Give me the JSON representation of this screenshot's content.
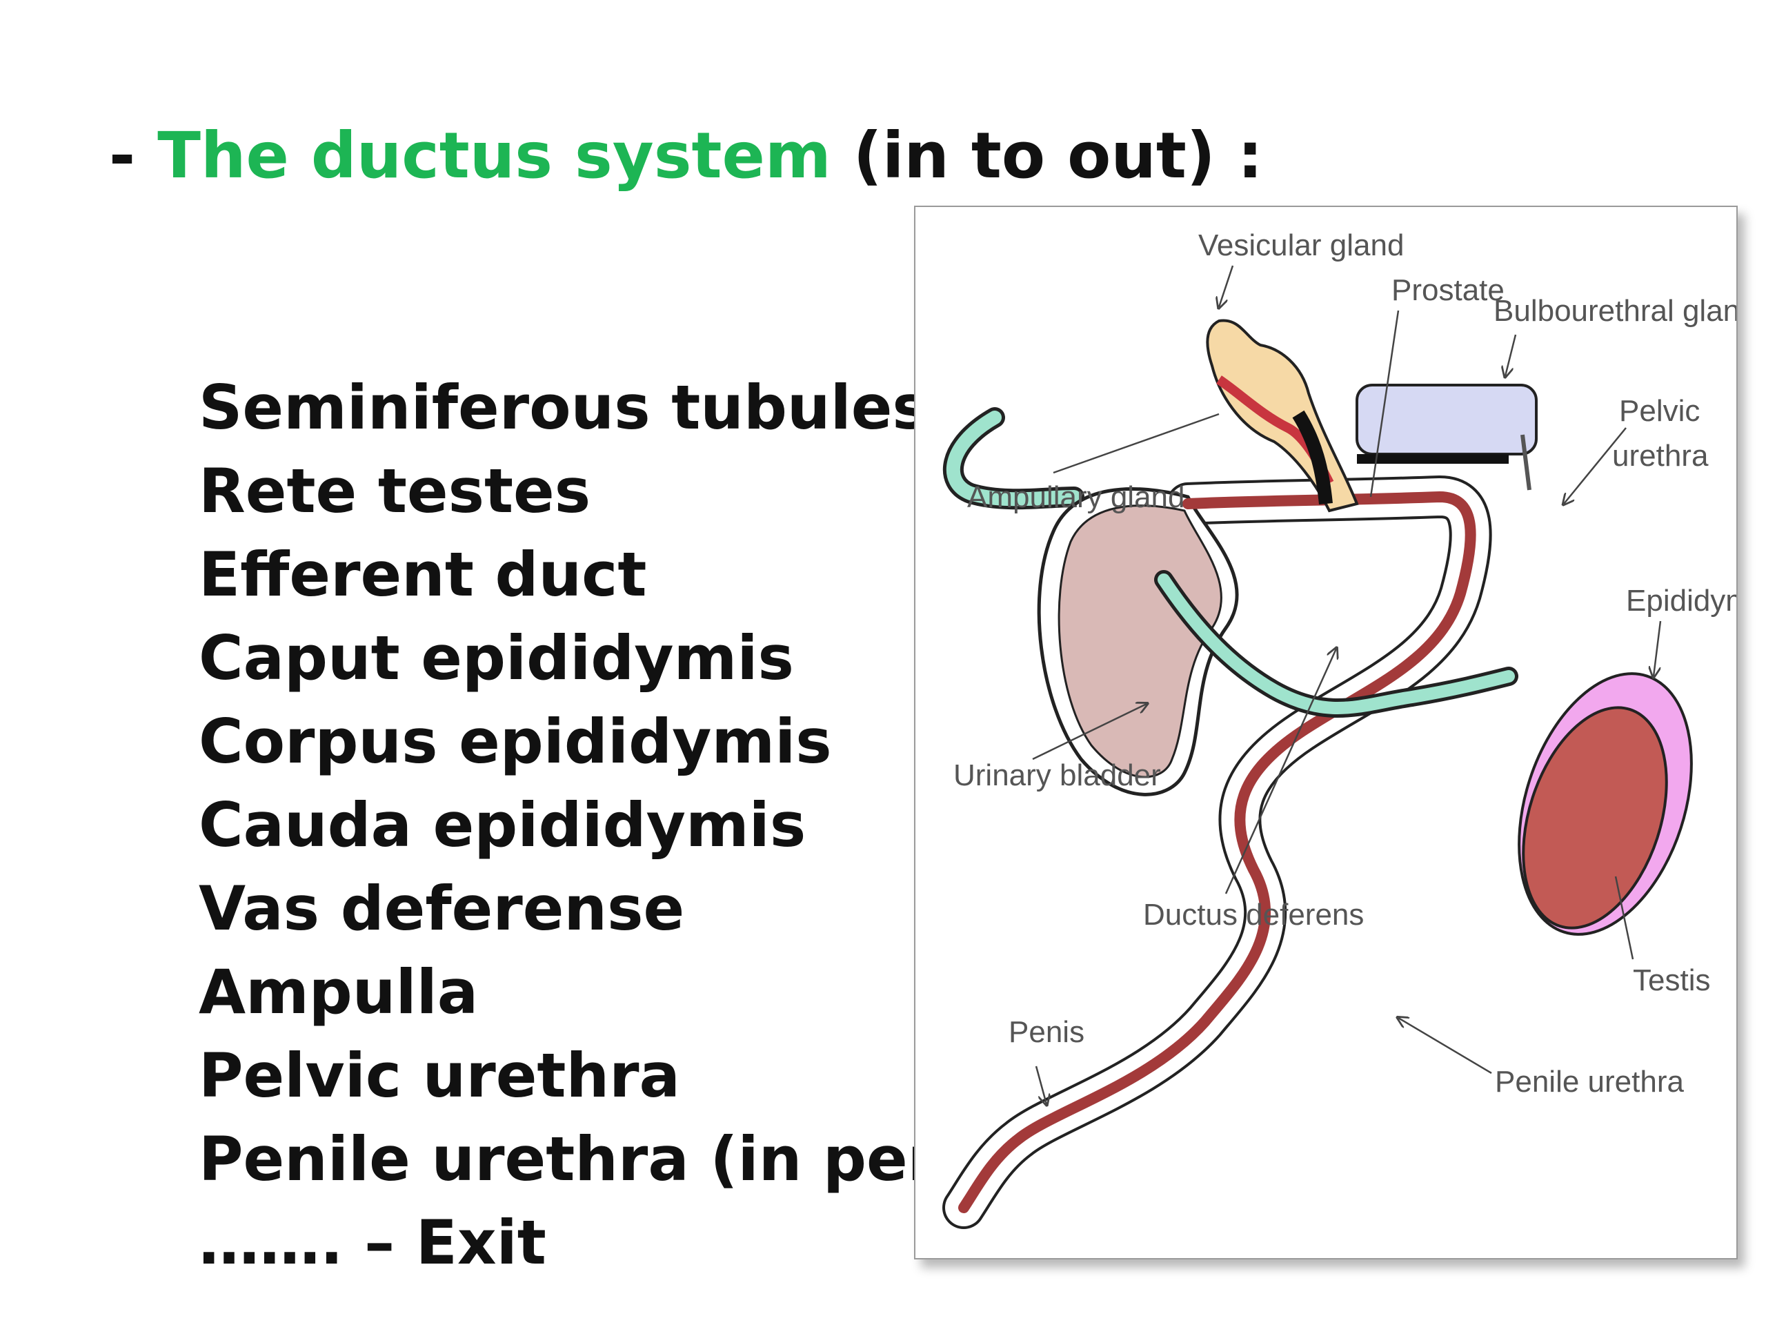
{
  "title": {
    "prefix": "- ",
    "highlight": "The ductus system",
    "suffix": " (in to out) :",
    "highlight_color": "#1db554"
  },
  "list": [
    "Seminiferous tubules",
    "Rete testes",
    "Efferent duct",
    "Caput epididymis",
    "Corpus epididymis",
    "Cauda epididymis",
    "Vas deferense",
    "Ampulla",
    "Pelvic urethra",
    "Penile urethra (in penis)",
    "……. – Exit"
  ],
  "diagram": {
    "labels": {
      "vesicular_gland": "Vesicular gland",
      "prostate": "Prostate",
      "bulbourethral_gland": "Bulbourethral gland",
      "pelvic_urethra_line1": "Pelvic",
      "pelvic_urethra_line2": "urethra",
      "ampullary_gland": "Ampullary gland",
      "epididymis": "Epididymis",
      "urinary_bladder": "Urinary bladder",
      "ductus_deferens": "Ductus deferens",
      "testis": "Testis",
      "penis": "Penis",
      "penile_urethra": "Penile urethra"
    },
    "colors": {
      "bladder": "#d9b9b6",
      "urethra": "#a33a3a",
      "ductus": "#9fe3cd",
      "vesicular": "#f6d9a6",
      "bulbourethral": "#d6d9f3",
      "epididymis": "#f2a8ee",
      "testis": "#c25a55"
    }
  }
}
